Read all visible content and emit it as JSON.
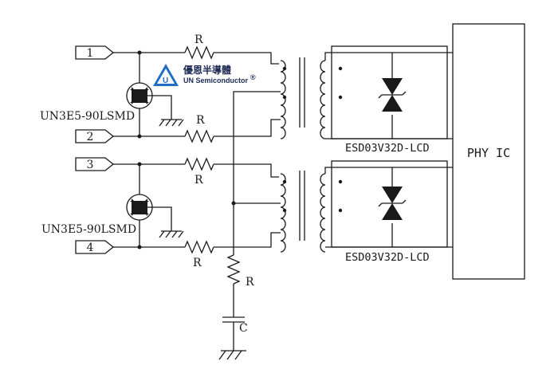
{
  "ports": [
    "1",
    "2",
    "3",
    "4"
  ],
  "tvs_top_label": "UN3E5-90LSMD",
  "tvs_bottom_label": "UN3E5-90LSMD",
  "resistor_label": "R",
  "capacitor_label": "C",
  "esd_top_label": "ESD03V32D-LCD",
  "esd_bottom_label": "ESD03V32D-LCD",
  "phy_label": "PHY IC",
  "logo": {
    "chinese": "優恩半導體",
    "english": "UN Semiconductor",
    "mark": "®"
  },
  "colors": {
    "line": "#1a1a1a",
    "logo_blue": "#1e6fc4",
    "logo_navy": "#1d2a55"
  }
}
